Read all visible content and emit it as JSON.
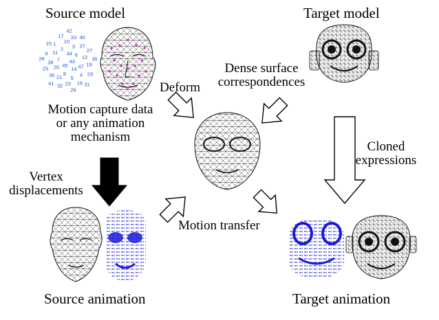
{
  "labels": {
    "source_model": "Source model",
    "target_model": "Target model",
    "deform": "Deform",
    "dense_line1": "Dense surface",
    "dense_line2": "correspondences",
    "mocap_line1": "Motion capture data",
    "mocap_line2": "or any animation",
    "mocap_line3": "mechanism",
    "cloned_line1": "Cloned",
    "cloned_line2": "expressions",
    "vertex_line1": "Vertex",
    "vertex_line2": "displacements",
    "motion_transfer": "Motion transfer",
    "source_animation": "Source animation",
    "target_animation": "Target animation"
  },
  "marker_numbers": [
    "43",
    "45",
    "44",
    "14",
    "7",
    "6",
    "8",
    "2",
    "47",
    "20",
    "3",
    "5",
    "11",
    "12",
    "21",
    "10",
    "4",
    "38",
    "37",
    "23",
    "1",
    "19",
    "30",
    "33",
    "16",
    "9",
    "27",
    "32",
    "17",
    "29",
    "25",
    "40",
    "26",
    "15",
    "35",
    "41",
    "42",
    "31",
    "28"
  ],
  "colors": {
    "marker_text": "#1a5ad8",
    "marker_dot": "#d01fd0",
    "displacement_blue": "#1a1ad8",
    "arrow_fill": "#000000",
    "arrow_outline": "#000000"
  },
  "icons": [
    "source-face-mesh",
    "target-face-mesh",
    "intermediate-face-mesh",
    "displacement-field"
  ]
}
